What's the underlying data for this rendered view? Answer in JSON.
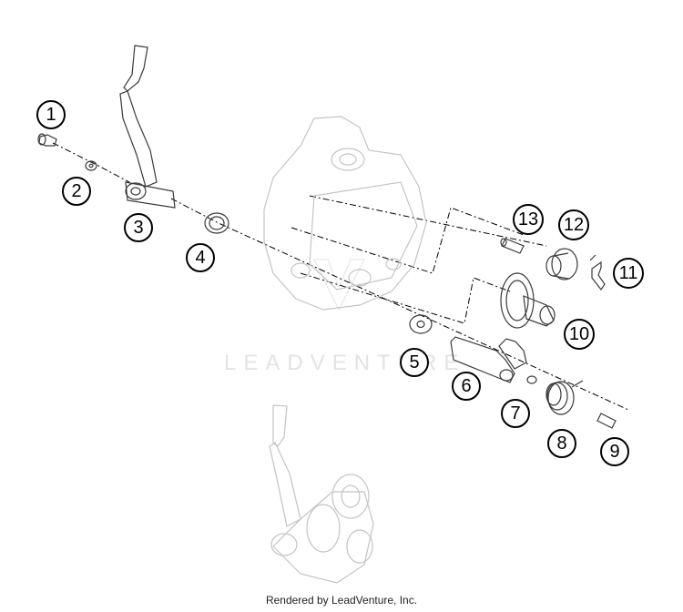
{
  "callouts": [
    {
      "label": "1"
    },
    {
      "label": "2"
    },
    {
      "label": "3"
    },
    {
      "label": "4"
    },
    {
      "label": "5"
    },
    {
      "label": "6"
    },
    {
      "label": "7"
    },
    {
      "label": "8"
    },
    {
      "label": "9"
    },
    {
      "label": "10"
    },
    {
      "label": "11"
    },
    {
      "label": "12"
    },
    {
      "label": "13"
    }
  ],
  "watermark": "LEADVENTURE",
  "footer": "Rendered by LeadVenture, Inc.",
  "colors": {
    "ink": "#000000",
    "ghost": "#c4c4c4",
    "background": "#ffffff"
  }
}
